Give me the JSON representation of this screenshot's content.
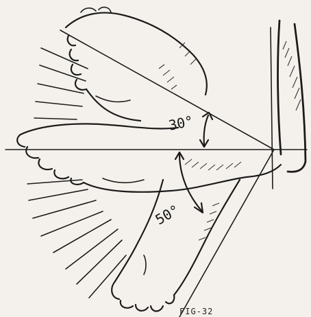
{
  "figure": {
    "angle_upper_label": "30°",
    "angle_lower_label": "50°",
    "caption": "FIG-32"
  }
}
